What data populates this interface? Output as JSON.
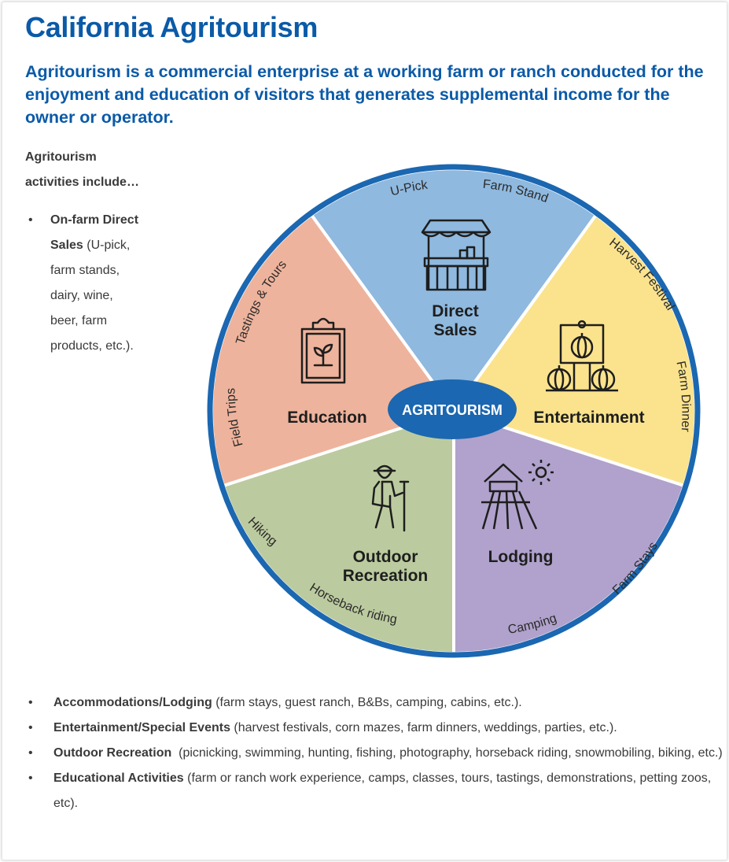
{
  "title": "California Agritourism",
  "subtitle": "Agritourism is a commercial enterprise at a working farm or ranch conducted for the enjoyment and education of visitors that generates supplemental income for the owner or operator.",
  "intro": {
    "line1": "Agritourism",
    "line2": "activities include…"
  },
  "side_item": {
    "bold": "On-farm Direct Sales",
    "text": " (U-pick, farm stands, dairy, wine, beer, farm products, etc.).",
    "lines": [
      {
        "bold": "On-farm Direct",
        "text": ""
      },
      {
        "bold": "Sales",
        "text": " (U-pick,"
      },
      {
        "bold": "",
        "text": "farm stands,"
      },
      {
        "bold": "",
        "text": "dairy, wine,"
      },
      {
        "bold": "",
        "text": "beer, farm"
      },
      {
        "bold": "",
        "text": "products, etc.)."
      }
    ]
  },
  "wheel": {
    "center_label": "AGRITOURISM",
    "colors": {
      "rim": "#1b67b1",
      "center": "#1b67b1",
      "direct_sales": "#8fb9df",
      "entertainment": "#fbe38d",
      "lodging": "#b0a2cc",
      "outdoor_recreation": "#bccb9f",
      "education": "#eeb39c"
    },
    "segments": {
      "direct_sales": {
        "label_line1": "Direct",
        "label_line2": "Sales",
        "icon": "farm-stand-icon",
        "tags": [
          "U-Pick",
          "Farm Stand"
        ]
      },
      "entertainment": {
        "label": "Entertainment",
        "icon": "pumpkin-sign-icon",
        "tags": [
          "Harvest Festival",
          "Farm Dinner"
        ]
      },
      "lodging": {
        "label": "Lodging",
        "icon": "farmhouse-sun-icon",
        "tags": [
          "Farm Stays",
          "Camping"
        ]
      },
      "outdoor_recreation": {
        "label_line1": "Outdoor",
        "label_line2": "Recreation",
        "icon": "hiker-icon",
        "tags": [
          "Hiking",
          "Horseback riding"
        ]
      },
      "education": {
        "label": "Education",
        "icon": "clipboard-plant-icon",
        "tags": [
          "Tastings & Tours",
          "Field Trips"
        ]
      }
    }
  },
  "bottom_list": [
    {
      "bold": "Accommodations/Lodging",
      "text": " (farm stays, guest ranch, B&Bs, camping, cabins, etc.)."
    },
    {
      "bold": "Entertainment/Special Events",
      "text": " (harvest festivals, corn mazes, farm dinners, weddings, parties, etc.)."
    },
    {
      "bold": "Outdoor Recreation",
      "text": "  (picnicking, swimming, hunting, fishing, photography, horseback riding, snowmobiling, biking, etc.)"
    },
    {
      "bold": "Educational Activities",
      "text": " (farm or ranch work experience, camps, classes, tours, tastings, demonstrations, petting zoos, etc)."
    }
  ]
}
